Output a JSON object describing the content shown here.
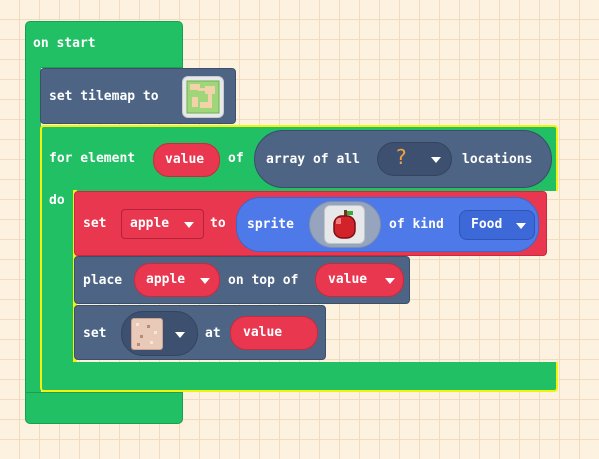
{
  "on_start": {
    "label": "on start"
  },
  "set_tilemap": {
    "label": "set tilemap to",
    "tilemap_icon": "tilemap-thumbnail-icon"
  },
  "for_element": {
    "label_for": "for element",
    "variable": "value",
    "label_of": "of",
    "array_label": "array of all",
    "tile_glyph": "?",
    "locations_label": "locations",
    "do_label": "do"
  },
  "set_sprite": {
    "set_label": "set",
    "variable": "apple",
    "to_label": "to",
    "sprite_label": "sprite",
    "sprite_icon": "apple-sprite-icon",
    "of_kind_label": "of kind",
    "kind": "Food"
  },
  "place": {
    "place_label": "place",
    "variable": "apple",
    "on_top_label": "on top of",
    "target": "value"
  },
  "set_tile": {
    "set_label": "set",
    "tile_icon": "sand-tile-icon",
    "at_label": "at",
    "target": "value"
  },
  "colors": {
    "loops_green": "#22c064",
    "scene_slate": "#4d6484",
    "variables_red": "#e8374f",
    "sprites_blue": "#4d7ae8",
    "highlight_yellow": "#f2f20c"
  }
}
